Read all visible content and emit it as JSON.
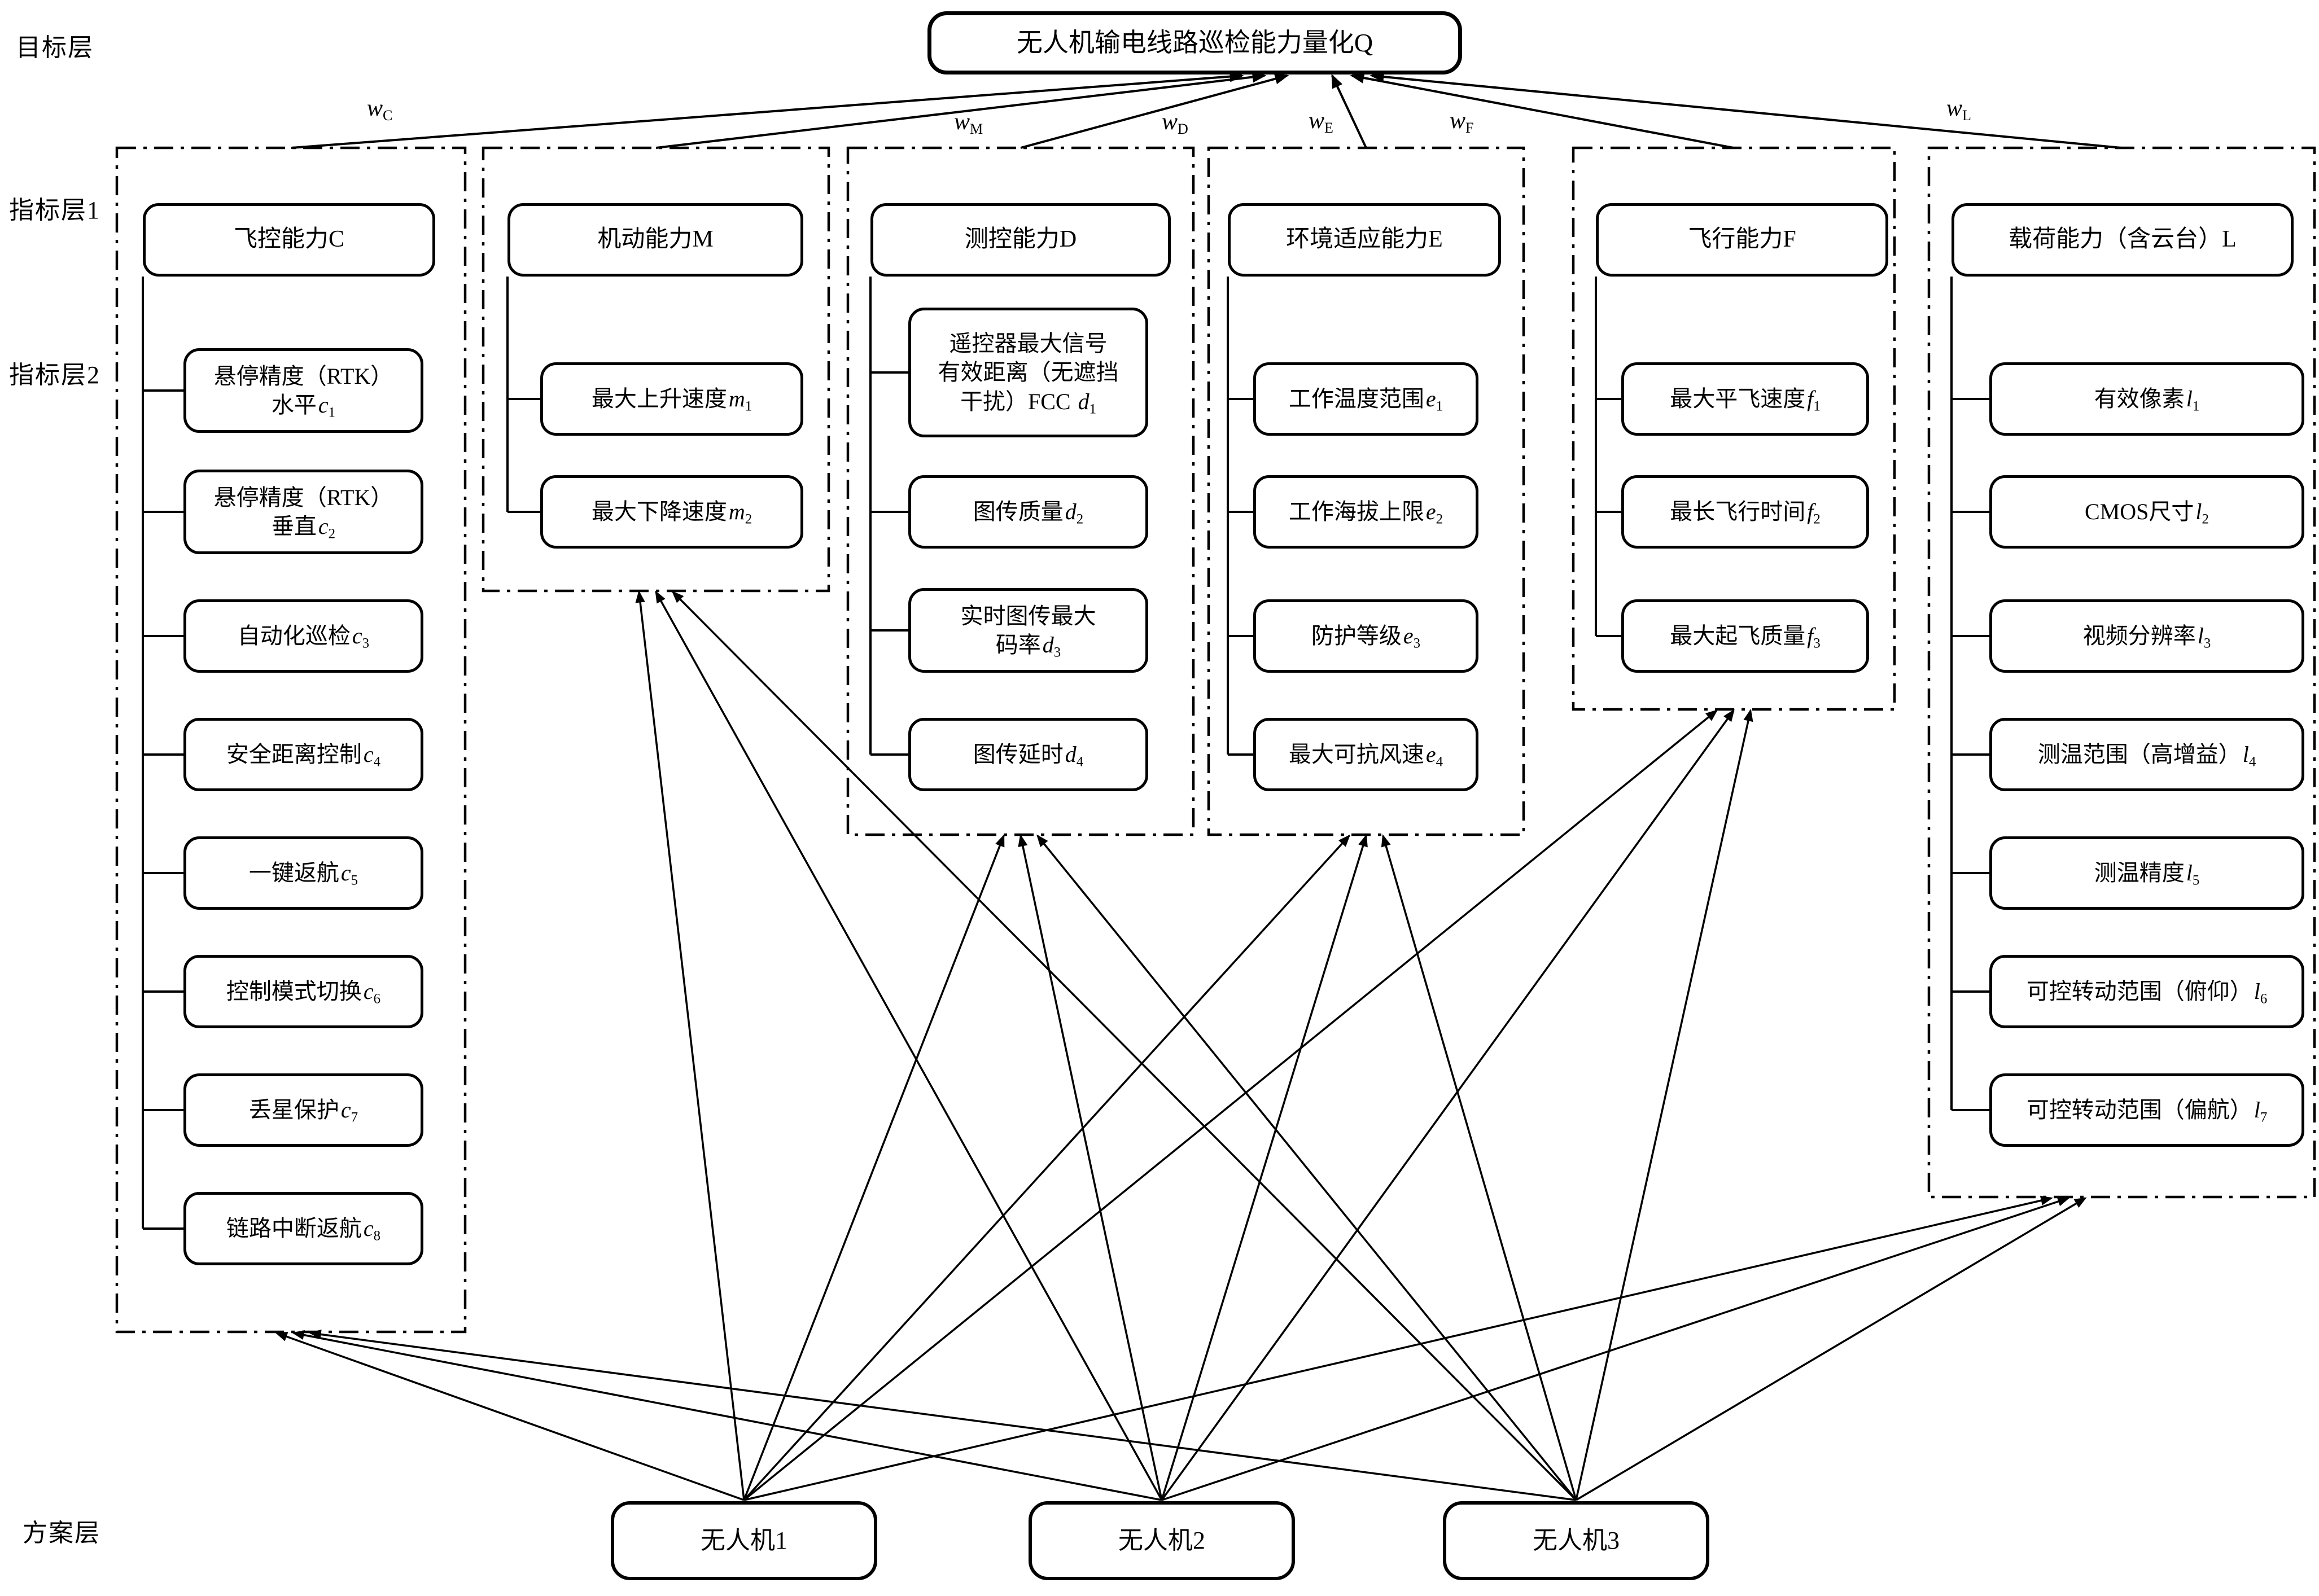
{
  "layers": {
    "goal": "目标层",
    "criteria1": "指标层1",
    "criteria2": "指标层2",
    "scheme": "方案层"
  },
  "goal": {
    "title": "无人机输电线路巡检能力量化Q"
  },
  "weights": [
    {
      "base": "w",
      "sub": "C"
    },
    {
      "base": "w",
      "sub": "M"
    },
    {
      "base": "w",
      "sub": "D"
    },
    {
      "base": "w",
      "sub": "E"
    },
    {
      "base": "w",
      "sub": "F"
    },
    {
      "base": "w",
      "sub": "L"
    }
  ],
  "groups": [
    {
      "id": "C",
      "title": "飞控能力C",
      "children": [
        {
          "lines": [
            "悬停精度（RTK）",
            "水平"
          ],
          "var": "c",
          "sub": "1"
        },
        {
          "lines": [
            "悬停精度（RTK）",
            "垂直"
          ],
          "var": "c",
          "sub": "2"
        },
        {
          "lines": [
            "自动化巡检"
          ],
          "var": "c",
          "sub": "3"
        },
        {
          "lines": [
            "安全距离控制"
          ],
          "var": "c",
          "sub": "4"
        },
        {
          "lines": [
            "一键返航"
          ],
          "var": "c",
          "sub": "5"
        },
        {
          "lines": [
            "控制模式切换"
          ],
          "var": "c",
          "sub": "6"
        },
        {
          "lines": [
            "丢星保护"
          ],
          "var": "c",
          "sub": "7"
        },
        {
          "lines": [
            "链路中断返航"
          ],
          "var": "c",
          "sub": "8"
        }
      ]
    },
    {
      "id": "M",
      "title": "机动能力M",
      "children": [
        {
          "lines": [
            "最大上升速度"
          ],
          "var": "m",
          "sub": "1"
        },
        {
          "lines": [
            "最大下降速度"
          ],
          "var": "m",
          "sub": "2"
        }
      ]
    },
    {
      "id": "D",
      "title": "测控能力D",
      "children": [
        {
          "lines": [
            "遥控器最大信号",
            "有效距离（无遮挡",
            "干扰）FCC "
          ],
          "var": "d",
          "sub": "1"
        },
        {
          "lines": [
            "图传质量"
          ],
          "var": "d",
          "sub": "2"
        },
        {
          "lines": [
            "实时图传最大",
            "码率"
          ],
          "var": "d",
          "sub": "3"
        },
        {
          "lines": [
            "图传延时"
          ],
          "var": "d",
          "sub": "4"
        }
      ]
    },
    {
      "id": "E",
      "title": "环境适应能力E",
      "children": [
        {
          "lines": [
            "工作温度范围"
          ],
          "var": "e",
          "sub": "1"
        },
        {
          "lines": [
            "工作海拔上限"
          ],
          "var": "e",
          "sub": "2"
        },
        {
          "lines": [
            "防护等级"
          ],
          "var": "e",
          "sub": "3"
        },
        {
          "lines": [
            "最大可抗风速"
          ],
          "var": "e",
          "sub": "4"
        }
      ]
    },
    {
      "id": "F",
      "title": "飞行能力F",
      "children": [
        {
          "lines": [
            "最大平飞速度"
          ],
          "var": "f",
          "sub": "1"
        },
        {
          "lines": [
            "最长飞行时间"
          ],
          "var": "f",
          "sub": "2"
        },
        {
          "lines": [
            "最大起飞质量"
          ],
          "var": "f",
          "sub": "3"
        }
      ]
    },
    {
      "id": "L",
      "title": "载荷能力（含云台）L",
      "children": [
        {
          "lines": [
            "有效像素"
          ],
          "var": "l",
          "sub": "1"
        },
        {
          "lines": [
            "CMOS尺寸"
          ],
          "var": "l",
          "sub": "2"
        },
        {
          "lines": [
            "视频分辨率"
          ],
          "var": "l",
          "sub": "3"
        },
        {
          "lines": [
            "测温范围（高增益）"
          ],
          "var": "l",
          "sub": "4"
        },
        {
          "lines": [
            "测温精度"
          ],
          "var": "l",
          "sub": "5"
        },
        {
          "lines": [
            "可控转动范围（俯仰）"
          ],
          "var": "l",
          "sub": "6"
        },
        {
          "lines": [
            "可控转动范围（偏航）"
          ],
          "var": "l",
          "sub": "7"
        }
      ]
    }
  ],
  "alternatives": [
    "无人机1",
    "无人机2",
    "无人机3"
  ],
  "colors": {
    "ink": "#000000",
    "paper": "#ffffff"
  }
}
